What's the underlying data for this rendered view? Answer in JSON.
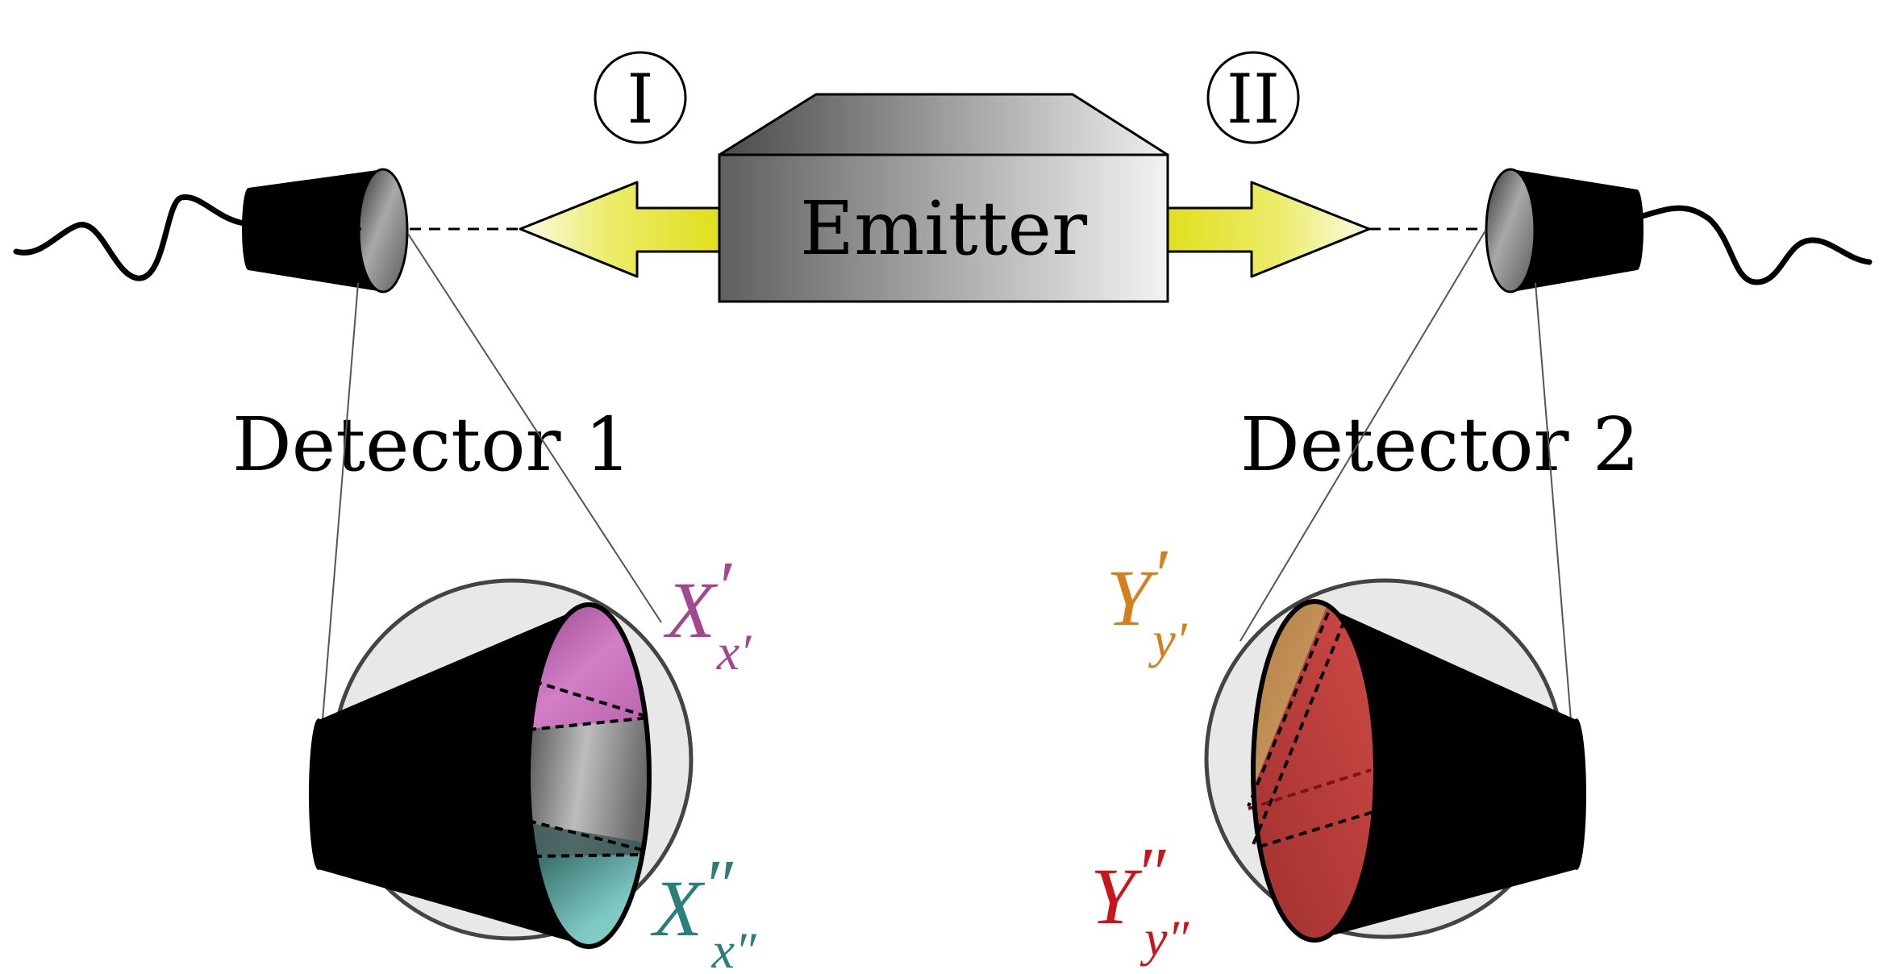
{
  "emitter": {
    "label": "Emitter"
  },
  "ports": {
    "left": "I",
    "right": "II"
  },
  "detectors": {
    "left": {
      "label": "Detector 1"
    },
    "right": {
      "label": "Detector 2"
    }
  },
  "outcomes": {
    "x_prime": {
      "base": "X",
      "mark": "′",
      "sub": "x′",
      "color": "#a2488f"
    },
    "x_dprime": {
      "base": "X",
      "mark": "″",
      "sub": "x″",
      "color": "#2a7f7a"
    },
    "y_prime": {
      "base": "Y",
      "mark": "′",
      "sub": "y′",
      "color": "#d2811e"
    },
    "y_dprime": {
      "base": "Y",
      "mark": "″",
      "sub": "y″",
      "color": "#c8161c"
    }
  },
  "colors": {
    "beam": "#e3e22a",
    "detector_body": "#000000",
    "zoom_circle_fill": "#e8e8e8",
    "segment_x_prime": "#d17fc4",
    "segment_x_dprime": "#7cc7c2",
    "segment_y_prime": "#c99a5e",
    "segment_y_dprime": "#b8403d"
  }
}
